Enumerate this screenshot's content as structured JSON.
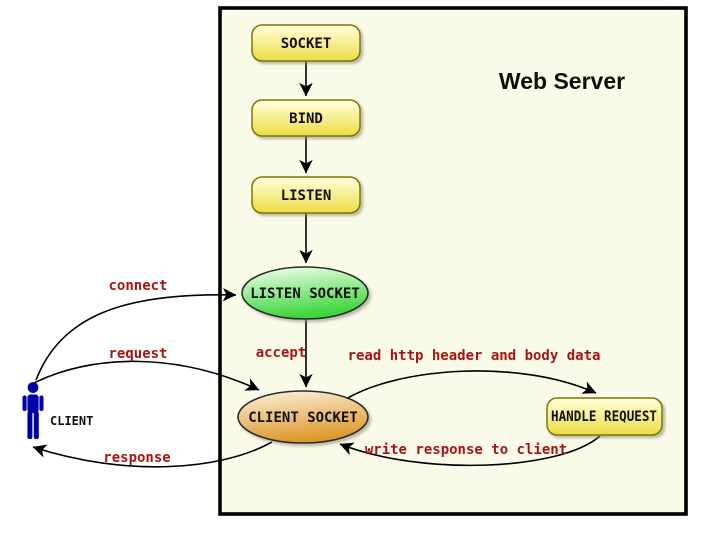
{
  "diagram": {
    "title": "Web Server",
    "nodes": {
      "socket": "SOCKET",
      "bind": "BIND",
      "listen": "LISTEN",
      "listen_socket": "LISTEN SOCKET",
      "client_socket": "CLIENT SOCKET",
      "handle_request": "HANDLE REQUEST"
    },
    "actor": {
      "label": "CLIENT"
    },
    "edges": {
      "connect": "connect",
      "request": "request",
      "response": "response",
      "accept": "accept",
      "read_http": "read http header and body data",
      "write_response": "write response to client"
    },
    "colors": {
      "canvas_bg": "#FFFFFF",
      "server_bg": "#FAFAE8",
      "server_border": "#000000",
      "node_yellow_top": "#FFFEE0",
      "node_yellow_bottom": "#EBDC45",
      "node_border_olive": "#7E7600",
      "ellipse_green_top": "#F6FFF0",
      "ellipse_green_bottom": "#3CD63C",
      "ellipse_orange_top": "#FCF2DE",
      "ellipse_orange_bottom": "#DE982C",
      "edge_label_red": "#A81414",
      "actor_blue": "#0000A5",
      "arrow_black": "#000000"
    }
  }
}
